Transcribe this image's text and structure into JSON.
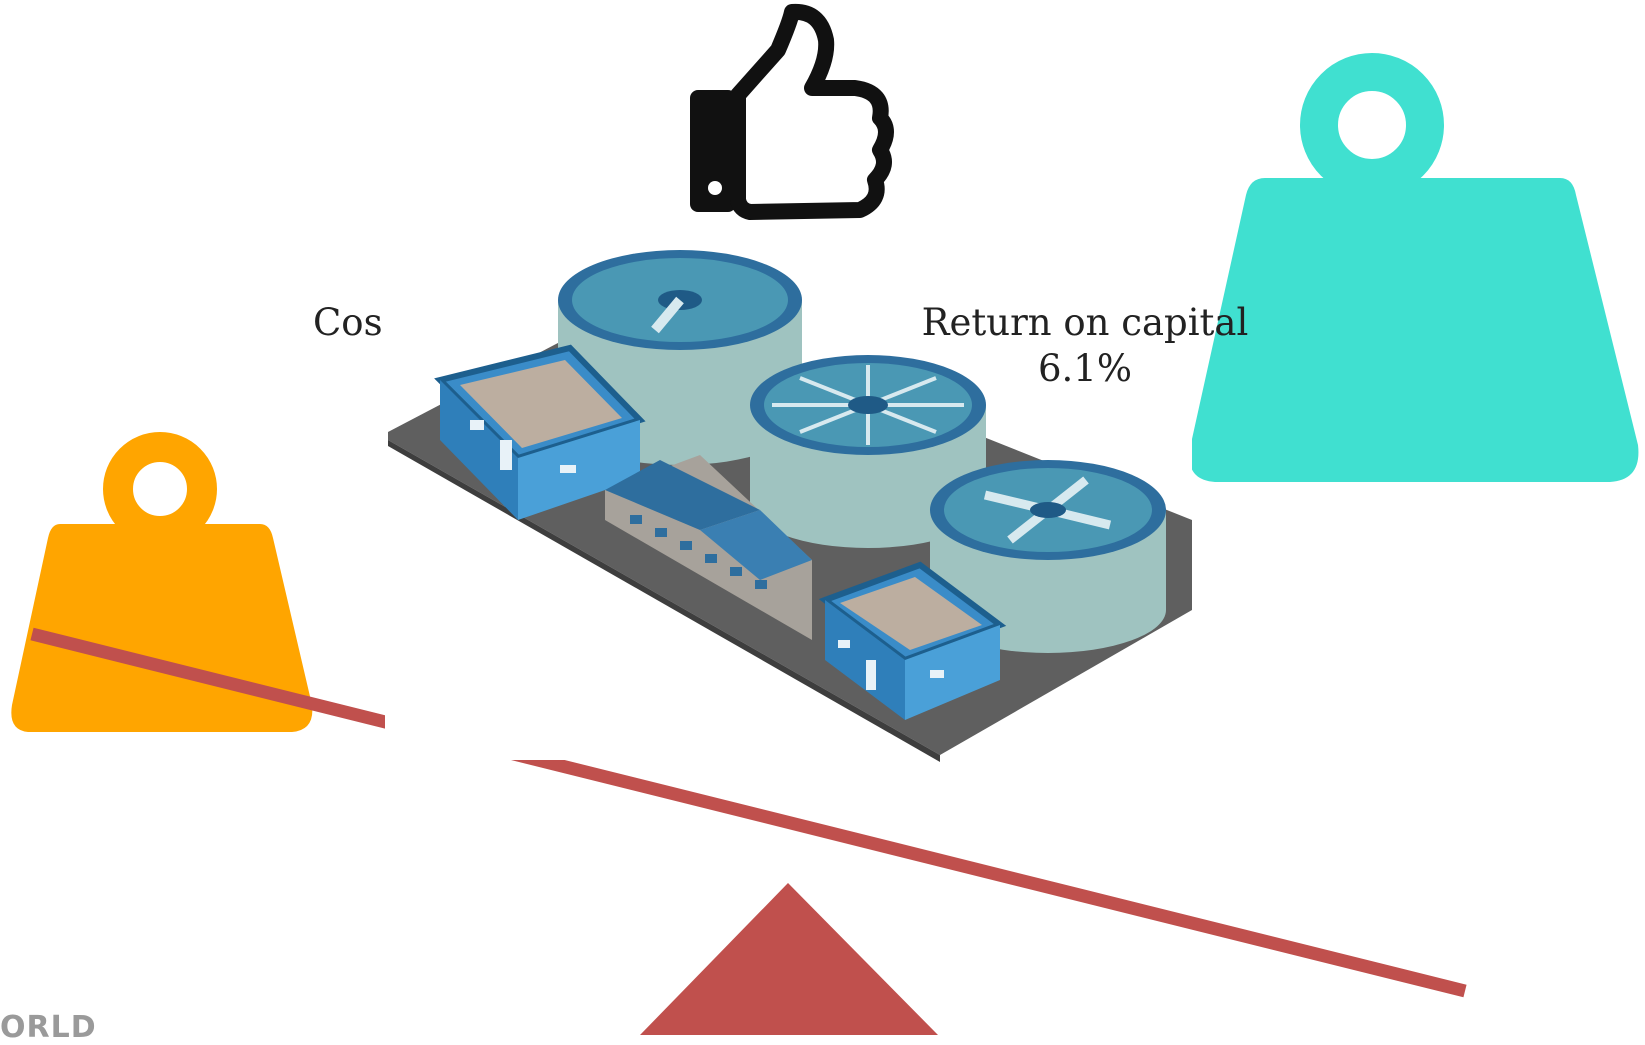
{
  "left_weight": {
    "label": "Cos",
    "color": "#FFA500"
  },
  "right_weight": {
    "label_line1": "Return on capital",
    "label_line2": "6.1%",
    "color": "#40E0D0"
  },
  "beam_color": "#C0504D",
  "fulcrum_color": "#C0504D",
  "icons": {
    "thumbs_up": "thumbs-up-icon",
    "plant": "water-treatment-plant-icon"
  },
  "brand_partial": "ORLD"
}
